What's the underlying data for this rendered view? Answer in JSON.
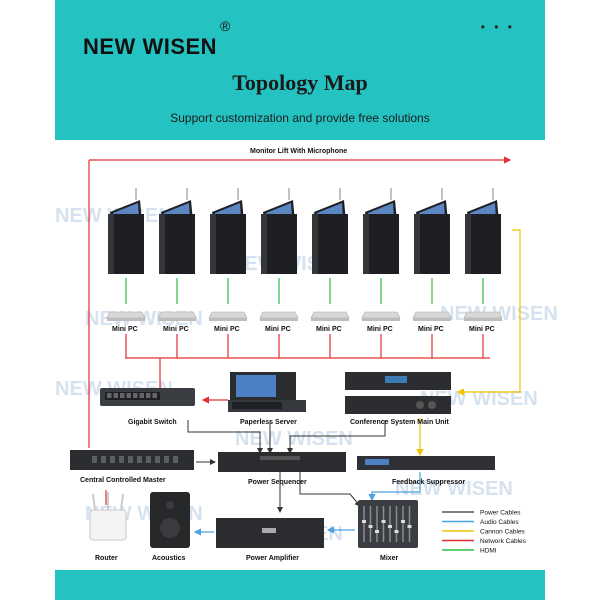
{
  "header": {
    "brand": "NEW WISEN",
    "registered": "®",
    "menu_dots": "• • •",
    "title": "Topology Map",
    "subtitle": "Support customization and provide free solutions",
    "bg_color": "#25c2c2"
  },
  "diagram": {
    "top_label": "Monitor Lift With Microphone",
    "monitor_count": 8,
    "mini_pc_label": "Mini PC",
    "devices": {
      "gigabit_switch": "Gigabit Switch",
      "paperless_server": "Paperless Server",
      "conference_main": "Conference System Main Unit",
      "central_master": "Central Controlled Master",
      "power_sequencer": "Power Sequencer",
      "feedback_suppressor": "Feedback Suppressor",
      "router": "Router",
      "acoustics": "Acoustics",
      "power_amplifier": "Power Amplifier",
      "mixer": "Mixer"
    },
    "legend": [
      {
        "label": "Power Cables",
        "color": "#555555"
      },
      {
        "label": "Audio Cables",
        "color": "#4aa3e0"
      },
      {
        "label": "Cannon Cables",
        "color": "#f2c200"
      },
      {
        "label": "Network Cables",
        "color": "#e03030"
      },
      {
        "label": "HDMI",
        "color": "#2fbf3f"
      }
    ],
    "watermark": "NEW WISEN"
  },
  "colors": {
    "power": "#555555",
    "audio": "#4aa3e0",
    "cannon": "#f2c200",
    "network": "#e03030",
    "hdmi": "#2fbf3f"
  }
}
